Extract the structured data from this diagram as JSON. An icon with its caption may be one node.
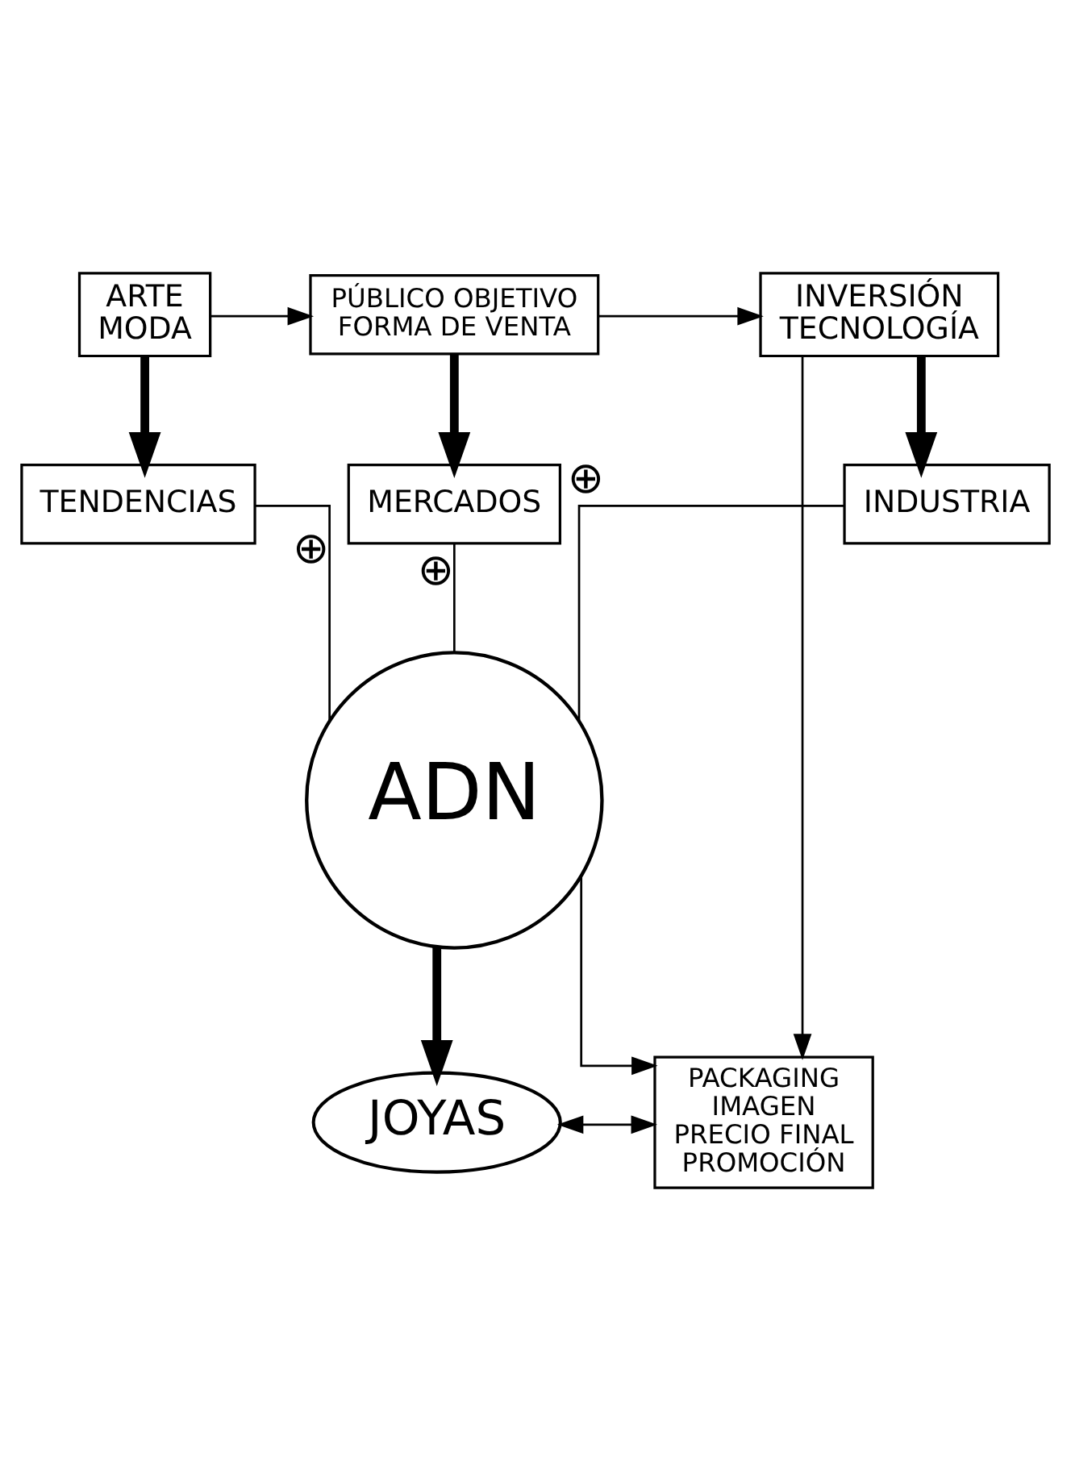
{
  "diagram": {
    "nodes": [
      {
        "text": [
          "ARTE",
          "MODA"
        ]
      },
      {
        "text": [
          "PÚBLICO OBJETIVO",
          "FORMA DE VENTA"
        ]
      },
      {
        "text": [
          "INVERSIÓN",
          "TECNOLOGÍA"
        ]
      },
      {
        "text": [
          "TENDENCIAS"
        ]
      },
      {
        "text": [
          "MERCADOS"
        ]
      },
      {
        "text": [
          "INDUSTRIA"
        ]
      },
      {
        "text": [
          "ADN"
        ]
      },
      {
        "text": [
          "JOYAS"
        ]
      },
      {
        "text": [
          "PACKAGING",
          "IMAGEN",
          "PRECIO FINAL",
          "PROMOCIÓN"
        ]
      }
    ],
    "edges": [
      {
        "from": 0,
        "to": 1,
        "arrow": "to"
      },
      {
        "from": 1,
        "to": 2,
        "arrow": "to"
      },
      {
        "from": 0,
        "to": 3,
        "arrow": "to",
        "style": "thick"
      },
      {
        "from": 1,
        "to": 4,
        "arrow": "to",
        "style": "thick"
      },
      {
        "from": 2,
        "to": 5,
        "arrow": "to",
        "style": "thick"
      },
      {
        "from": 3,
        "to": 6,
        "arrow": "none",
        "label": "⊕"
      },
      {
        "from": 4,
        "to": 6,
        "arrow": "none",
        "label": "⊕"
      },
      {
        "from": 5,
        "to": 6,
        "arrow": "none",
        "label": "⊕"
      },
      {
        "from": 6,
        "to": 7,
        "arrow": "to",
        "style": "thick"
      },
      {
        "from": 6,
        "to": 8,
        "arrow": "to"
      },
      {
        "from": 7,
        "to": 8,
        "arrow": "both"
      },
      {
        "from": 2,
        "to": 8,
        "arrow": "to"
      }
    ]
  }
}
